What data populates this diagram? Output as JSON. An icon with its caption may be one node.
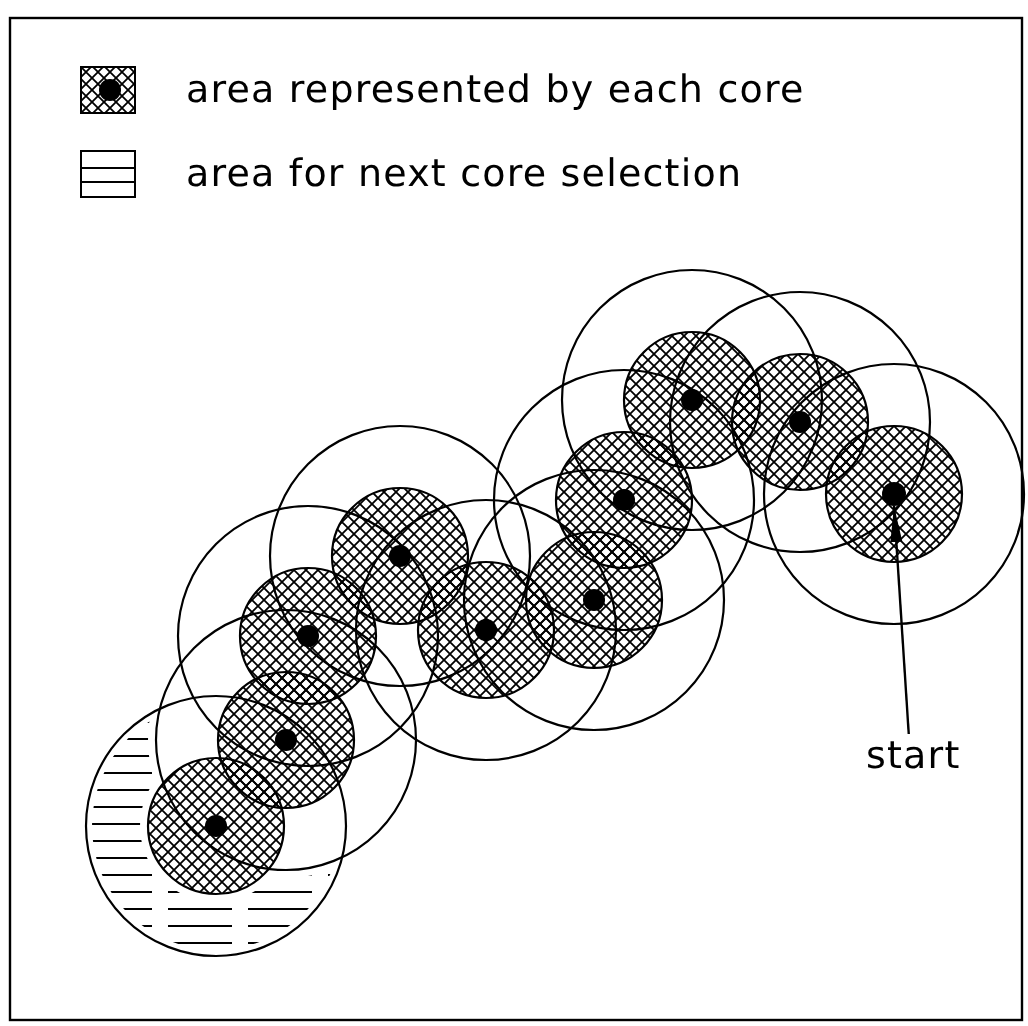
{
  "diagram": {
    "nodes": [
      {
        "text": [],
        "shape": "circle"
      },
      {
        "text": [
          "start"
        ]
      }
    ],
    "edges": [
      {
        "from": 1,
        "to": 0,
        "arrow": "to"
      }
    ],
    "legend": [
      {
        "text": "area represented by each core"
      },
      {
        "text": "area for next core selection"
      }
    ]
  }
}
